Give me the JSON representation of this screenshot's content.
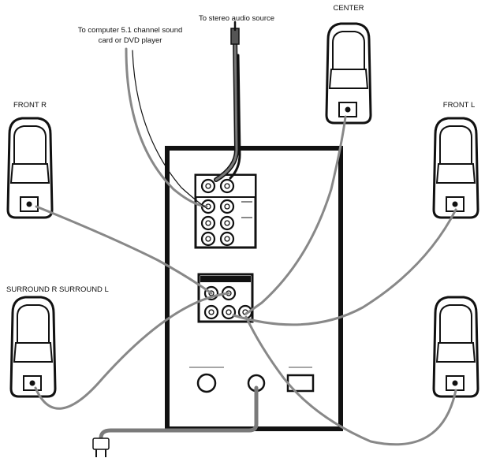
{
  "labels": {
    "stereo_source": "To stereo audio source",
    "computer_line1": "To computer 5.1 channel sound",
    "computer_line2": "card or DVD player",
    "center": "CENTER",
    "front_r": "FRONT R",
    "front_l": "FRONT L",
    "surround": "SURROUND R SURROUND L"
  },
  "colors": {
    "line": "#111111",
    "cable": "#555555",
    "cable_light": "#9a9a9a",
    "power_cable": "#7a7a7a"
  }
}
